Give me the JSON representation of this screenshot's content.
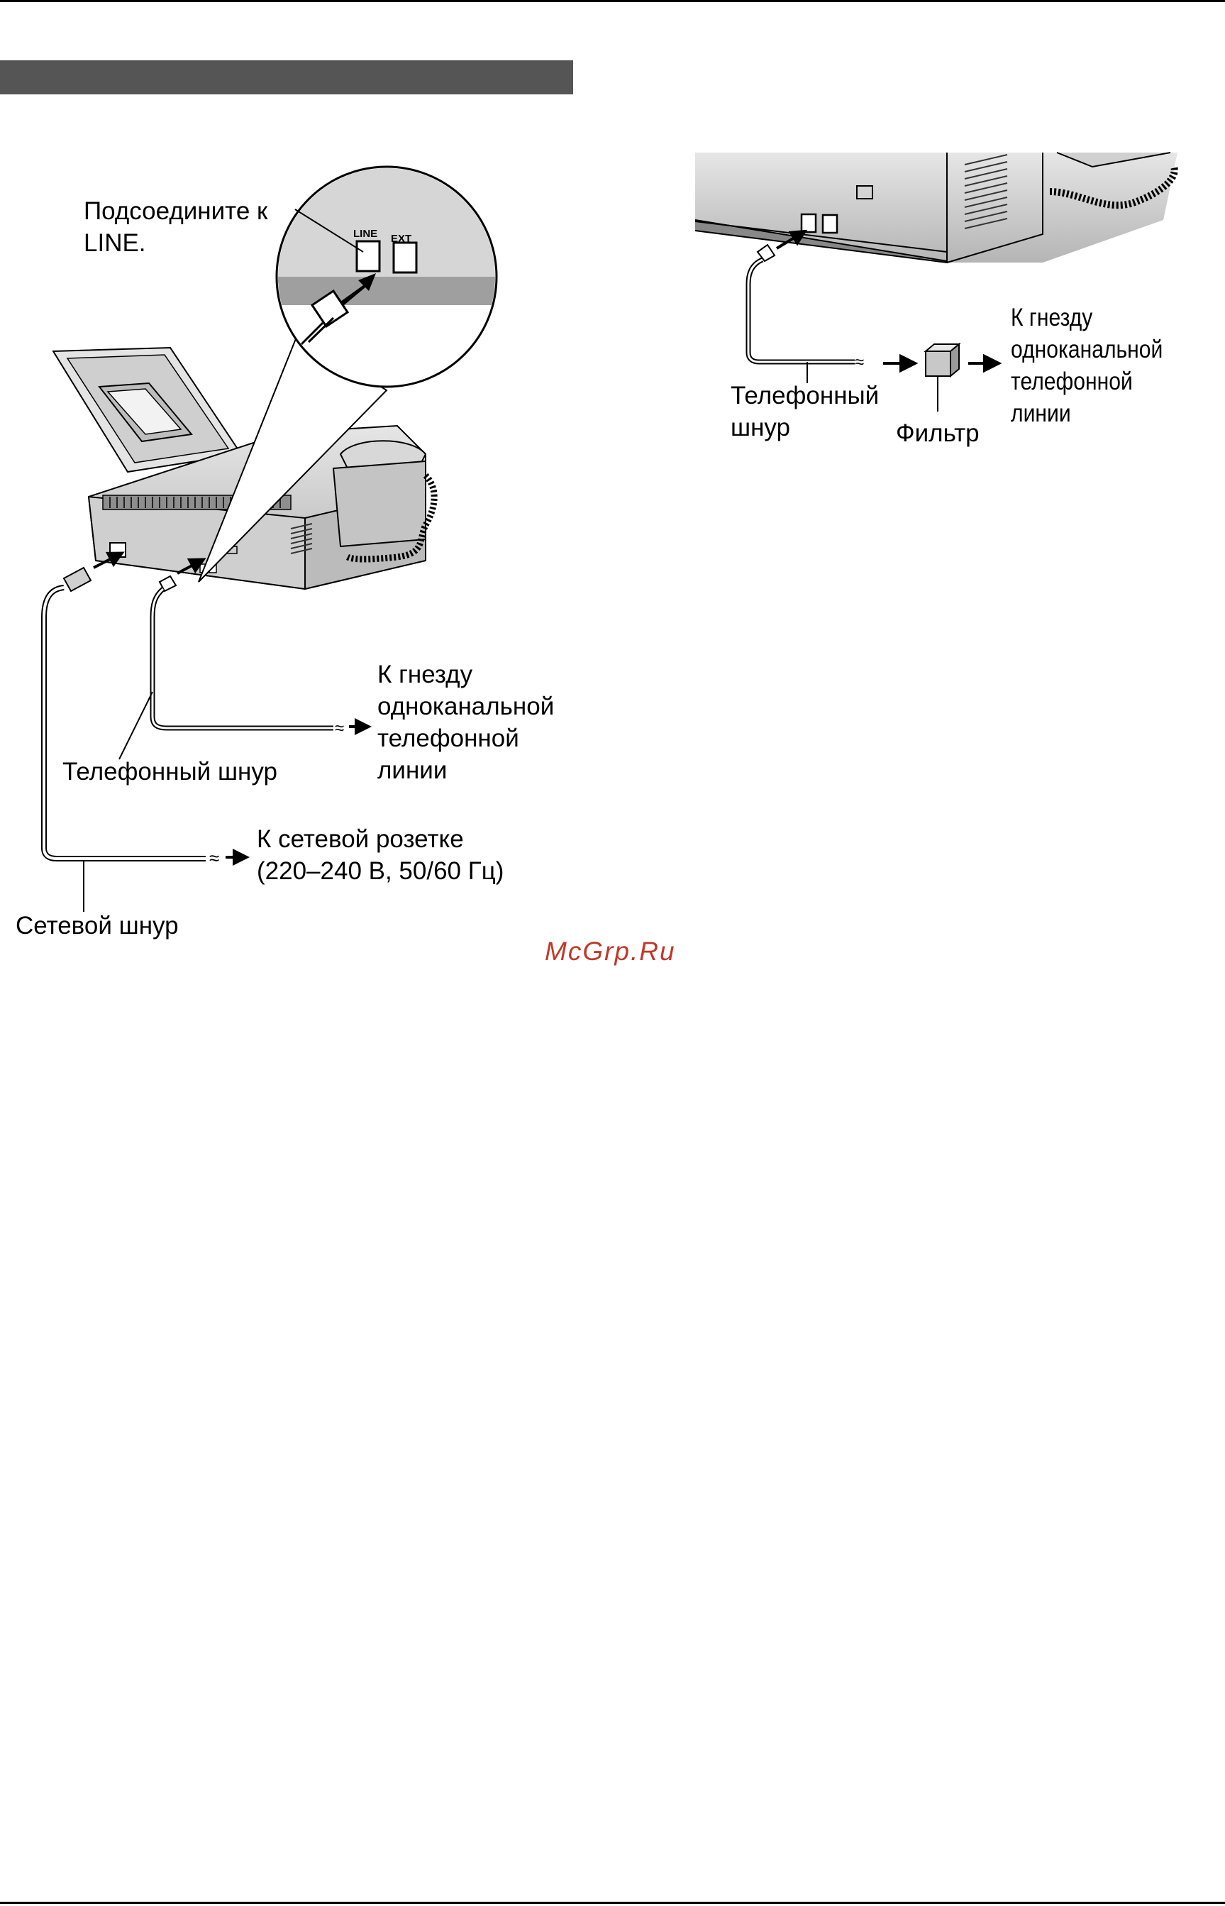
{
  "labels": {
    "connect_to": "Подсоедините к",
    "connect_line": "LINE.",
    "port_line": "LINE",
    "port_ext": "EXT",
    "jack_left": [
      "К гнезду",
      "одноканальной",
      "телефонной",
      "линии"
    ],
    "phone_cord_left": "Телефонный шнур",
    "outlet": [
      "К сетевой розетке",
      "(220–240 В, 50/60 Гц)"
    ],
    "power_cord": "Сетевой шнур",
    "phone_cord_right": [
      "Телефонный",
      "шнур"
    ],
    "filter": "Фильтр",
    "jack_right": [
      "К гнезду",
      "одноканальной",
      "телефонной",
      "линии"
    ]
  },
  "watermark": "McGrp.Ru",
  "colors": {
    "section_bar": "#555555",
    "watermark": "#c0392b",
    "device_body": "#d9d9d9",
    "device_shadow": "#a8a8a8"
  }
}
